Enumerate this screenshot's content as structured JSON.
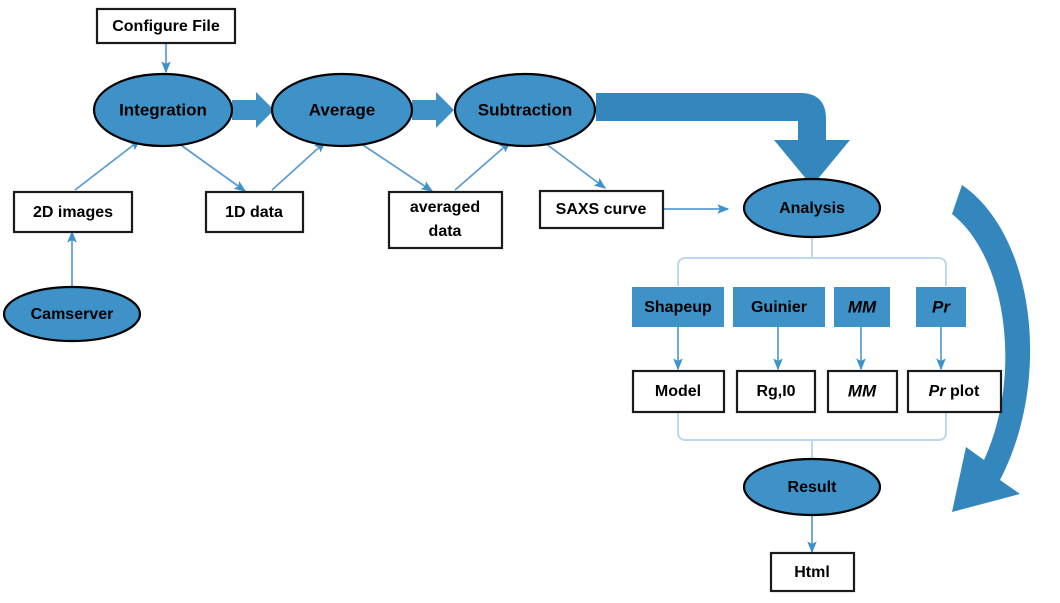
{
  "diagram": {
    "title": "SAXS data processing pipeline flowchart",
    "colors": {
      "ellipse_fill": "#3e92c8",
      "module_fill": "#3e92c8",
      "box_fill": "#ffffff",
      "box_stroke": "#1a1a1a",
      "thin_arrow": "#5b9bd5",
      "bracket": "#bdd7ee",
      "big_arrow": "#3487bd",
      "background": "#ffffff",
      "text": "#000000"
    },
    "nodes": {
      "configure_file": "Configure File",
      "integration": "Integration",
      "average": "Average",
      "subtraction": "Subtraction",
      "two_d_images": "2D images",
      "one_d_data": "1D data",
      "averaged_data_line1": "averaged",
      "averaged_data_line2": "data",
      "saxs_curve": "SAXS curve",
      "camserver": "Camserver",
      "analysis": "Analysis",
      "result": "Result",
      "html": "Html"
    },
    "modules": [
      {
        "label": "Shapeup",
        "italic": false
      },
      {
        "label": "Guinier",
        "italic": false
      },
      {
        "label": "MM",
        "italic": true
      },
      {
        "label": "Pr",
        "italic": true
      }
    ],
    "outputs": [
      {
        "label": "Model",
        "italic": false,
        "suffix": ""
      },
      {
        "label": "Rg,I0",
        "italic": false,
        "suffix": ""
      },
      {
        "label": "MM",
        "italic": true,
        "suffix": ""
      },
      {
        "label": "Pr",
        "italic": true,
        "suffix": " plot"
      }
    ],
    "edges": [
      {
        "from": "Configure File",
        "to": "Integration",
        "kind": "thin-arrow"
      },
      {
        "from": "Integration",
        "to": "Average",
        "kind": "block-arrow"
      },
      {
        "from": "Average",
        "to": "Subtraction",
        "kind": "block-arrow"
      },
      {
        "from": "2D images",
        "to": "Integration",
        "kind": "thin-arrow"
      },
      {
        "from": "Integration",
        "to": "1D data",
        "kind": "thin-arrow"
      },
      {
        "from": "1D data",
        "to": "Average",
        "kind": "thin-arrow"
      },
      {
        "from": "Average",
        "to": "averaged data",
        "kind": "thin-arrow"
      },
      {
        "from": "averaged data",
        "to": "Subtraction",
        "kind": "thin-arrow"
      },
      {
        "from": "Subtraction",
        "to": "SAXS curve",
        "kind": "thin-arrow"
      },
      {
        "from": "SAXS curve",
        "to": "Analysis",
        "kind": "thin-arrow"
      },
      {
        "from": "Camserver",
        "to": "2D images",
        "kind": "thin-arrow"
      },
      {
        "from": "Subtraction",
        "to": "Analysis",
        "kind": "big-elbow-arrow"
      },
      {
        "from": "Analysis",
        "to": "modules",
        "kind": "bracket"
      },
      {
        "from": "Shapeup",
        "to": "Model",
        "kind": "thin-arrow"
      },
      {
        "from": "Guinier",
        "to": "Rg,I0",
        "kind": "thin-arrow"
      },
      {
        "from": "MM",
        "to": "MM",
        "kind": "thin-arrow"
      },
      {
        "from": "Pr",
        "to": "Pr plot",
        "kind": "thin-arrow"
      },
      {
        "from": "outputs",
        "to": "Result",
        "kind": "bracket"
      },
      {
        "from": "Result",
        "to": "Html",
        "kind": "thin-arrow"
      },
      {
        "from": "Analysis-loop",
        "to": "Result-loop",
        "kind": "big-curved-arrow"
      }
    ]
  }
}
